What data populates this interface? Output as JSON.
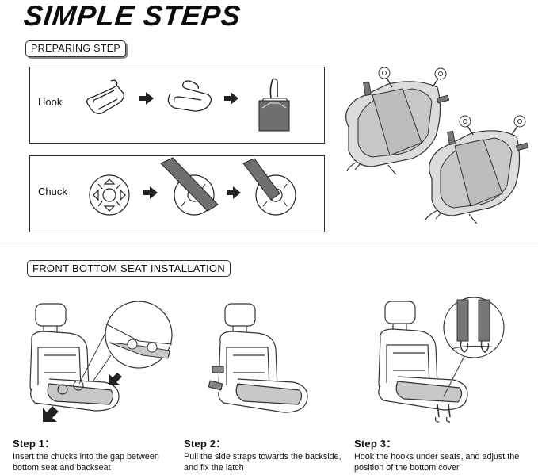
{
  "page_title": "SIMPLE STEPS",
  "preparing": {
    "label": "PREPARING STEP",
    "rows": [
      {
        "label": "Hook",
        "icons": [
          "hook-open-icon",
          "arrow-right-icon",
          "hook-closed-icon",
          "arrow-right-icon",
          "hook-on-strap-icon"
        ]
      },
      {
        "label": "Chuck",
        "icons": [
          "chuck-disc-icon",
          "arrow-right-icon",
          "chuck-with-strap-icon",
          "arrow-right-icon",
          "chuck-strap-inserted-icon"
        ]
      }
    ]
  },
  "installation": {
    "label": "FRONT BOTTOM SEAT INSTALLATION"
  },
  "steps": [
    {
      "title": "Step 1：",
      "text": "Insert the chucks into the gap between bottom seat and backseat"
    },
    {
      "title": "Step 2：",
      "text": "Pull the side straps towards the backside, and fix the latch"
    },
    {
      "title": "Step 3：",
      "text": "Hook the hooks under seats, and adjust the position of the bottom cover"
    }
  ]
}
